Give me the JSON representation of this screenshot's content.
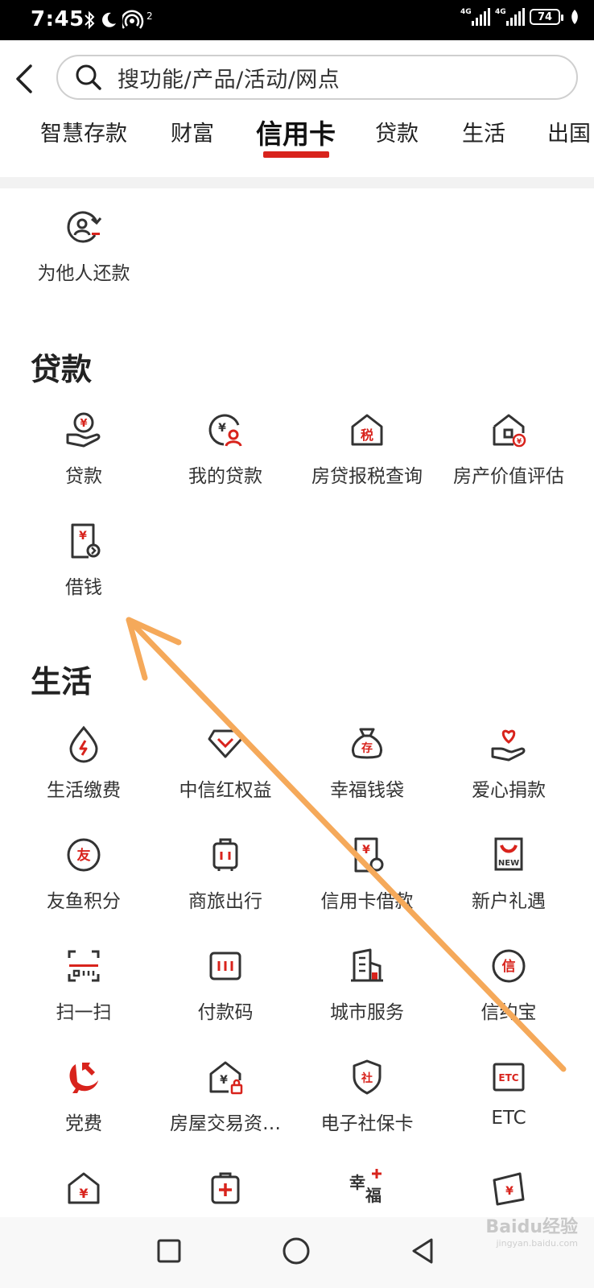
{
  "status_bar": {
    "time": "7:45",
    "network_label_1": "4G",
    "network_label_2": "4G",
    "hotspot_superscript": "2",
    "battery": "74"
  },
  "header": {
    "search_placeholder": "搜功能/产品/活动/网点",
    "tabs": [
      {
        "label": "智慧存款"
      },
      {
        "label": "财富"
      },
      {
        "label": "信用卡"
      },
      {
        "label": "贷款"
      },
      {
        "label": "生活"
      },
      {
        "label": "出国"
      }
    ],
    "active_tab": "信用卡"
  },
  "credit_card_section": {
    "items": [
      {
        "label": "为他人还款",
        "icon": "repay-for-others-icon"
      }
    ]
  },
  "loan_section": {
    "title": "贷款",
    "items": [
      {
        "label": "贷款",
        "icon": "loan-hand-icon"
      },
      {
        "label": "我的贷款",
        "icon": "my-loan-icon"
      },
      {
        "label": "房贷报税查询",
        "icon": "mortgage-tax-icon"
      },
      {
        "label": "房产价值评估",
        "icon": "property-valuation-icon"
      },
      {
        "label": "借钱",
        "icon": "borrow-money-icon"
      }
    ]
  },
  "life_section": {
    "title": "生活",
    "items": [
      {
        "label": "生活缴费",
        "icon": "utility-payment-icon"
      },
      {
        "label": "中信红权益",
        "icon": "citic-red-benefits-icon"
      },
      {
        "label": "幸福钱袋",
        "icon": "happiness-money-bag-icon"
      },
      {
        "label": "爱心捐款",
        "icon": "charity-donation-icon"
      },
      {
        "label": "友鱼积分",
        "icon": "youyu-points-icon"
      },
      {
        "label": "商旅出行",
        "icon": "business-travel-icon"
      },
      {
        "label": "信用卡借款",
        "icon": "credit-card-loan-icon"
      },
      {
        "label": "新户礼遇",
        "icon": "new-customer-gift-icon"
      },
      {
        "label": "扫一扫",
        "icon": "scan-icon"
      },
      {
        "label": "付款码",
        "icon": "payment-code-icon"
      },
      {
        "label": "城市服务",
        "icon": "city-services-icon"
      },
      {
        "label": "信约宝",
        "icon": "xinyuebao-icon"
      },
      {
        "label": "党费",
        "icon": "party-dues-icon"
      },
      {
        "label": "房屋交易资…",
        "icon": "house-transaction-icon"
      },
      {
        "label": "电子社保卡",
        "icon": "social-security-card-icon"
      },
      {
        "label": "ETC",
        "icon": "etc-icon"
      },
      {
        "label": "",
        "icon": "house-fund-icon"
      },
      {
        "label": "",
        "icon": "medical-kit-icon"
      },
      {
        "label": "",
        "icon": "happiness-plus-icon"
      },
      {
        "label": "",
        "icon": "ticket-yuan-icon"
      }
    ],
    "icon_texts": {
      "tax": "税",
      "cun": "存",
      "you": "友",
      "xin": "信",
      "she": "社",
      "etc": "ETC",
      "new": "NEW",
      "xing": "幸",
      "fu": "福",
      "yen": "¥"
    }
  },
  "watermark": {
    "brand": "Baidu经验",
    "url": "jingyan.baidu.com"
  },
  "colors": {
    "accent": "#d8231c",
    "icon_stroke": "#333333",
    "annotation_arrow": "#f5a95a"
  }
}
